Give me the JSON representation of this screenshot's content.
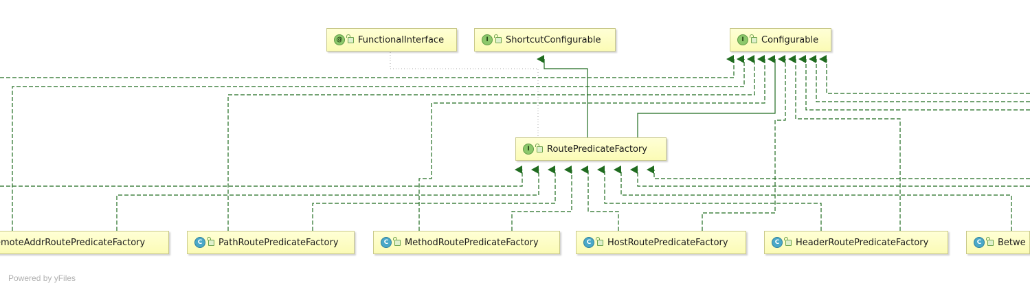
{
  "nodes": [
    {
      "key": "functional_interface",
      "badge": "@",
      "kind": "annotation",
      "label": "FunctionalInterface"
    },
    {
      "key": "shortcut_configurable",
      "badge": "I",
      "kind": "interface",
      "label": "ShortcutConfigurable"
    },
    {
      "key": "configurable",
      "badge": "I",
      "kind": "interface",
      "label": "Configurable"
    },
    {
      "key": "route_predicate_factory",
      "badge": "I",
      "kind": "interface",
      "label": "RoutePredicateFactory"
    },
    {
      "key": "remote_addr",
      "badge": "",
      "kind": "class",
      "label": "emoteAddrRoutePredicateFactory"
    },
    {
      "key": "path",
      "badge": "C",
      "kind": "class",
      "label": "PathRoutePredicateFactory"
    },
    {
      "key": "method",
      "badge": "C",
      "kind": "class",
      "label": "MethodRoutePredicateFactory"
    },
    {
      "key": "host",
      "badge": "C",
      "kind": "class",
      "label": "HostRoutePredicateFactory"
    },
    {
      "key": "header",
      "badge": "C",
      "kind": "class",
      "label": "HeaderRoutePredicateFactory"
    },
    {
      "key": "between",
      "badge": "C",
      "kind": "class",
      "label": "Betwe"
    }
  ],
  "footer": "Powered by yFiles",
  "colors": {
    "edge": "#1f6b1f",
    "dotted": "#a8a8a8",
    "node_fill": "#ffffcc",
    "node_border": "#c9c98a"
  }
}
